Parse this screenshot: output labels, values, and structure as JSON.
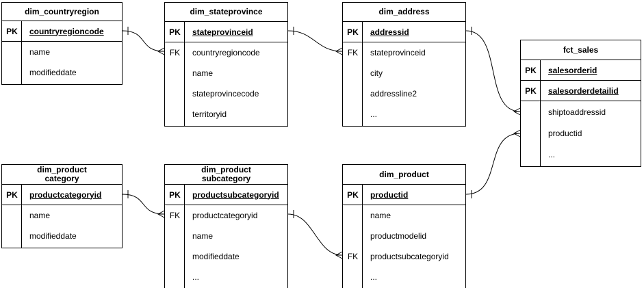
{
  "colors": {
    "border": "#000000",
    "background": "#ffffff",
    "text": "#000000"
  },
  "tables": [
    {
      "title": "dim_countryregion",
      "pk": [
        {
          "tag": "PK",
          "name": "countryregioncode"
        }
      ],
      "rows": [
        {
          "tag": "",
          "name": "name"
        },
        {
          "tag": "",
          "name": "modifieddate"
        }
      ]
    },
    {
      "title": "dim_stateprovince",
      "pk": [
        {
          "tag": "PK",
          "name": "stateprovinceid"
        }
      ],
      "rows": [
        {
          "tag": "FK",
          "name": "countryregioncode"
        },
        {
          "tag": "",
          "name": "name"
        },
        {
          "tag": "",
          "name": "stateprovincecode"
        },
        {
          "tag": "",
          "name": "territoryid"
        }
      ]
    },
    {
      "title": "dim_address",
      "pk": [
        {
          "tag": "PK",
          "name": "addressid"
        }
      ],
      "rows": [
        {
          "tag": "FK",
          "name": "stateprovinceid"
        },
        {
          "tag": "",
          "name": "city"
        },
        {
          "tag": "",
          "name": "addressline2"
        },
        {
          "tag": "",
          "name": "..."
        }
      ]
    },
    {
      "title": "fct_sales",
      "pk": [
        {
          "tag": "PK",
          "name": "salesorderid"
        },
        {
          "tag": "PK",
          "name": "salesorderdetailid"
        }
      ],
      "rows": [
        {
          "tag": "",
          "name": "shiptoaddressid"
        },
        {
          "tag": "",
          "name": "productid"
        },
        {
          "tag": "",
          "name": "..."
        }
      ]
    },
    {
      "title": "dim_product",
      "title2": "category",
      "pk": [
        {
          "tag": "PK",
          "name": "productcategoryid"
        }
      ],
      "rows": [
        {
          "tag": "",
          "name": "name"
        },
        {
          "tag": "",
          "name": "modifieddate"
        }
      ]
    },
    {
      "title": "dim_product",
      "title2": "subcategory",
      "pk": [
        {
          "tag": "PK",
          "name": "productsubcategoryid"
        }
      ],
      "rows": [
        {
          "tag": "FK",
          "name": "productcategoryid"
        },
        {
          "tag": "",
          "name": "name"
        },
        {
          "tag": "",
          "name": "modifieddate"
        },
        {
          "tag": "",
          "name": "..."
        }
      ]
    },
    {
      "title": "dim_product",
      "pk": [
        {
          "tag": "PK",
          "name": "productid"
        }
      ],
      "rows": [
        {
          "tag": "",
          "name": "name"
        },
        {
          "tag": "",
          "name": "productmodelid"
        },
        {
          "tag": "FK",
          "name": "productsubcategoryid"
        },
        {
          "tag": "",
          "name": "..."
        }
      ]
    }
  ],
  "relations": [
    {
      "from_table": "dim_countryregion",
      "from_field": "countryregioncode",
      "from_end": "one",
      "to_table": "dim_stateprovince",
      "to_field": "countryregioncode",
      "to_end": "many"
    },
    {
      "from_table": "dim_stateprovince",
      "from_field": "stateprovinceid",
      "from_end": "one",
      "to_table": "dim_address",
      "to_field": "stateprovinceid",
      "to_end": "many"
    },
    {
      "from_table": "dim_address",
      "from_field": "addressid",
      "from_end": "one",
      "to_table": "fct_sales",
      "to_field": "shiptoaddressid",
      "to_end": "many"
    },
    {
      "from_table": "dim_product",
      "from_field": "productid",
      "from_end": "one",
      "to_table": "fct_sales",
      "to_field": "productid",
      "to_end": "many"
    },
    {
      "from_table": "dim_product category",
      "from_field": "productcategoryid",
      "from_end": "one",
      "to_table": "dim_product subcategory",
      "to_field": "productcategoryid",
      "to_end": "many"
    },
    {
      "from_table": "dim_product subcategory",
      "from_field": "productsubcategoryid",
      "from_end": "one",
      "to_table": "dim_product",
      "to_field": "productsubcategoryid",
      "to_end": "many"
    }
  ]
}
